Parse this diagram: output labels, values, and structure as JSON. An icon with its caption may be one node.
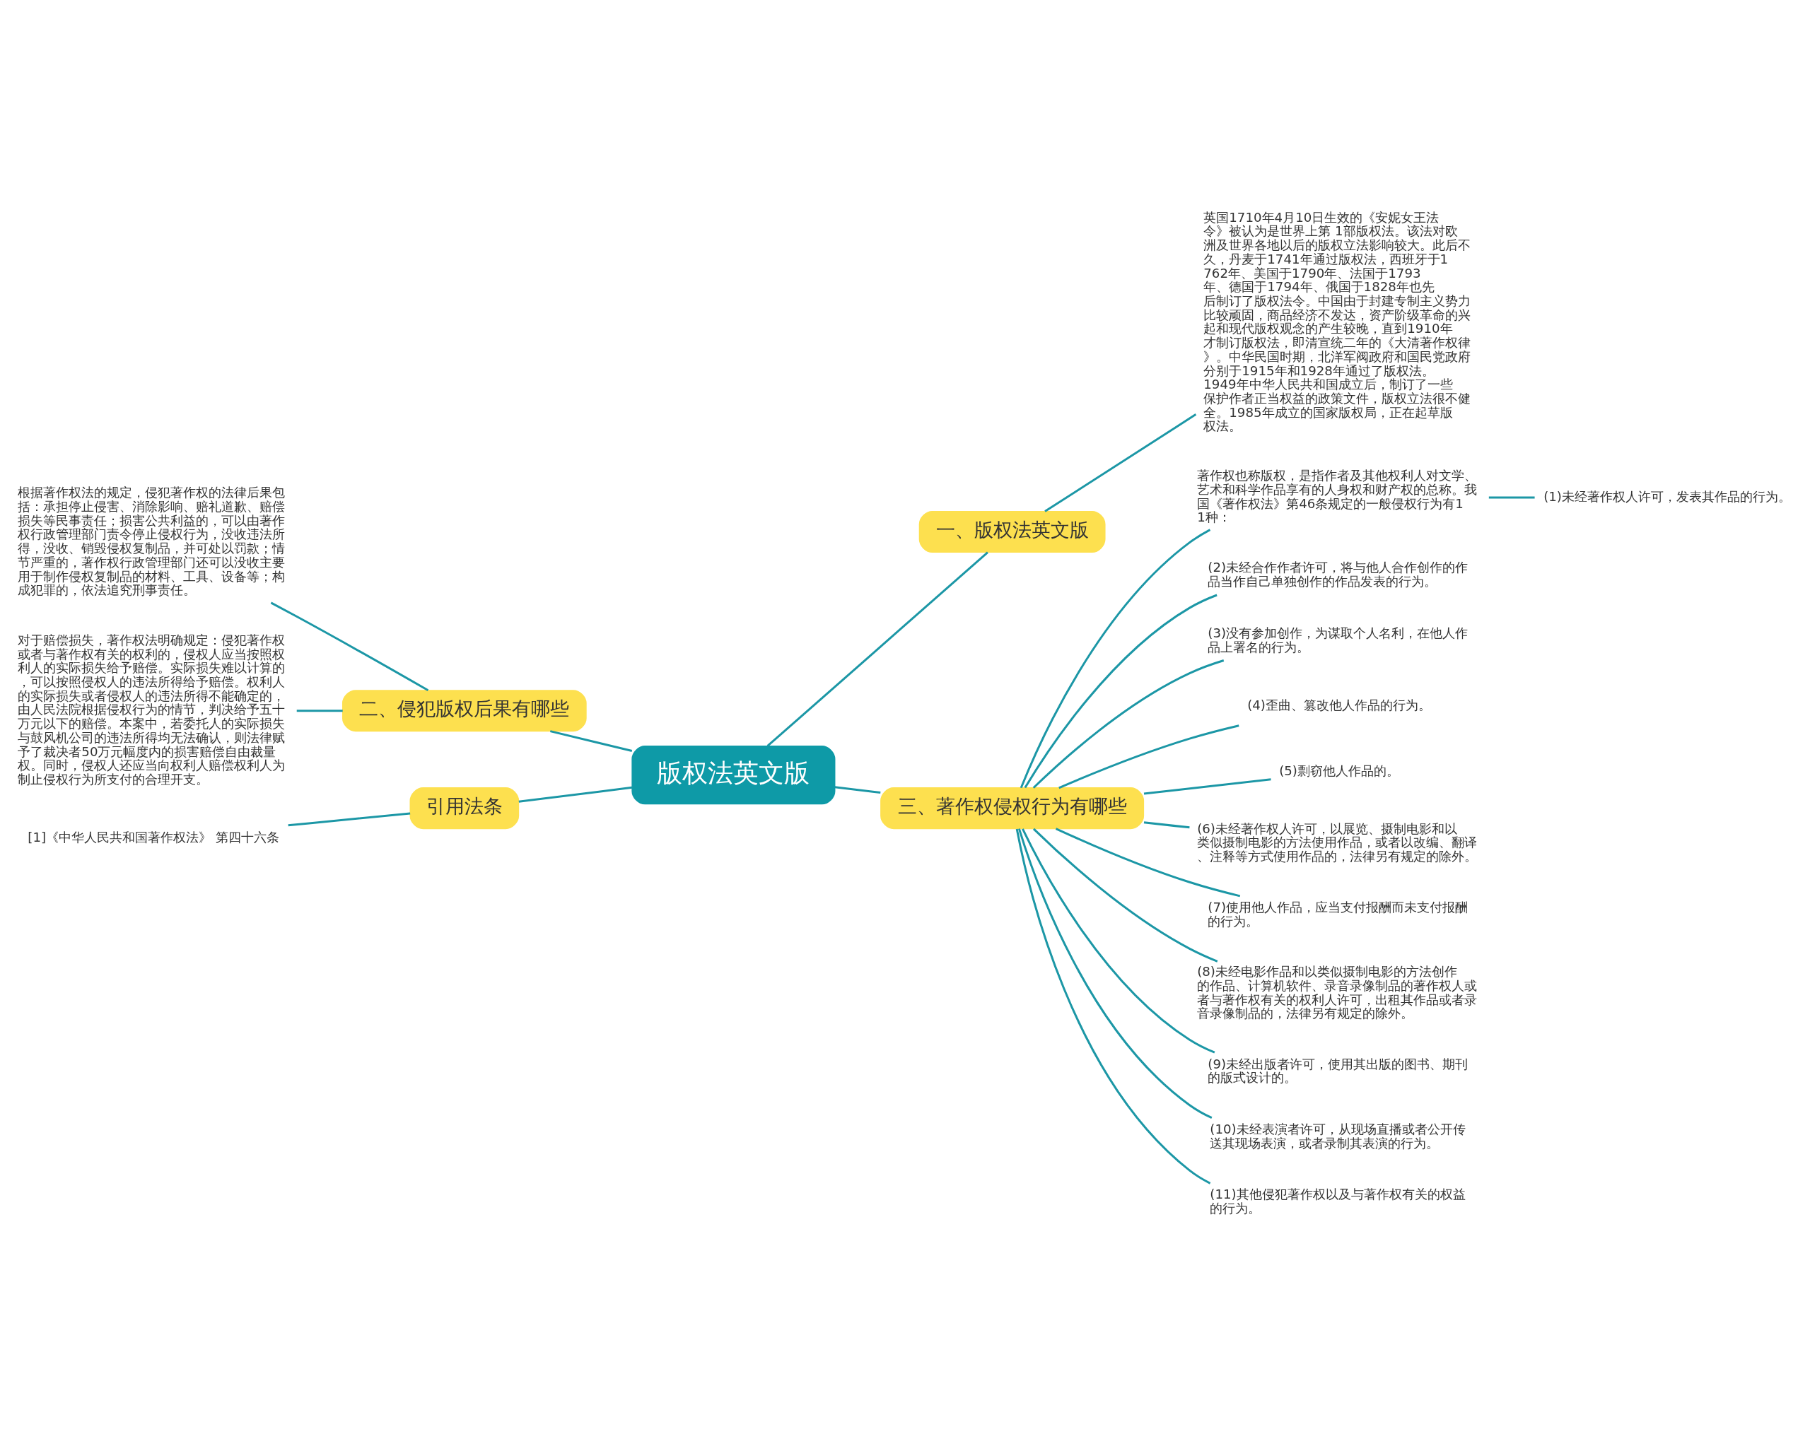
{
  "diagram": {
    "nodes": [
      {
        "text": [
          "版权法英文版"
        ]
      },
      {
        "text": [
          "一、版权法英文版"
        ]
      },
      {
        "text": [
          "英国1710年4月10日生效的《安妮女王法令》被认为是世界上第 1部版权法。该法对欧洲及世界各地以后的版权立法影响较大。此后不久，丹麦于1741年通过版权法，西班牙于1762年、美国于1790年、法国于1793年、德国于1794年、俄国于1828年也先后制订了版权法令。中国由于封建专制主义势力比较顽固，商品经济不发达，资产阶级革命的兴起和现代版权观念的产生较晚，直到1910年才制订版权法，即清宣统二年的《大清著作权律》。中华民国时期，北洋军阀政府和国民党政府分别于1915年和1928年通过了版权法。1949年中华人民共和国成立后，制订了一些保护作者正当权益的政策文件，版权立法很不健全。1985年成立的国家版权局，正在起草版权法。"
        ]
      },
      {
        "text": [
          "二、侵犯版权后果有哪些"
        ]
      },
      {
        "text": [
          "根据著作权法的规定，侵犯著作权的法律后果包括：承担停止侵害、消除影响、赔礼道歉、赔偿损失等民事责任；损害公共利益的，可以由著作权行政管理部门责令停止侵权行为，没收违法所得，没收、销毁侵权复制品，并可处以罚款；情节严重的，著作权行政管理部门还可以没收主要用于制作侵权复制品的材料、工具、设备等；构成犯罪的，依法追究刑事责任。"
        ]
      },
      {
        "text": [
          "对于赔偿损失，著作权法明确规定：侵犯著作权或者与著作权有关的权利的，侵权人应当按照权利人的实际损失给予赔偿。实际损失难以计算的，可以按照侵权人的违法所得给予赔偿。权利人的实际损失或者侵权人的违法所得不能确定的，由人民法院根据侵权行为的情节，判决给予五十万元以下的赔偿。本案中，若委托人的实际损失与鼓风机公司的违法所得均无法确认，则法律赋予了裁决者50万元幅度内的损害赔偿自由裁量权。同时，侵权人还应当向权利人赔偿权利人为制止侵权行为所支付的合理开支。"
        ]
      },
      {
        "text": [
          "引用法条"
        ]
      },
      {
        "text": [
          "[1]《中华人民共和国著作权法》 第四十六条"
        ]
      },
      {
        "text": [
          "三、著作权侵权行为有哪些"
        ]
      },
      {
        "text": [
          "著作权也称版权，是指作者及其他权利人对文学、艺术和科学作品享有的人身权和财产权的总称。我国《著作权法》第46条规定的一般侵权行为有11种："
        ]
      },
      {
        "text": [
          "(1)未经著作权人许可，发表其作品的行为。"
        ]
      },
      {
        "text": [
          "(2)未经合作作者许可，将与他人合作创作的作品当作自己单独创作的作品发表的行为。"
        ]
      },
      {
        "text": [
          "(3)没有参加创作，为谋取个人名利，在他人作品上署名的行为。"
        ]
      },
      {
        "text": [
          "(4)歪曲、篡改他人作品的行为。"
        ]
      },
      {
        "text": [
          "(5)剽窃他人作品的。"
        ]
      },
      {
        "text": [
          "(6)未经著作权人许可，以展览、摄制电影和以类似摄制电影的方法使用作品，或者以改编、翻译、注释等方式使用作品的，法律另有规定的除外。"
        ]
      },
      {
        "text": [
          "(7)使用他人作品，应当支付报酬而未支付报酬的行为。"
        ]
      },
      {
        "text": [
          "(8)未经电影作品和以类似摄制电影的方法创作的作品、计算机软件、录音录像制品的著作权人或者与著作权有关的权利人许可，出租其作品或者录音录像制品的，法律另有规定的除外。"
        ]
      },
      {
        "text": [
          "(9)未经出版者许可，使用其出版的图书、期刊的版式设计的。"
        ]
      },
      {
        "text": [
          "(10)未经表演者许可，从现场直播或者公开传送其现场表演，或者录制其表演的行为。"
        ]
      },
      {
        "text": [
          "(11)其他侵犯著作权以及与著作权有关的权益的行为。"
        ]
      }
    ],
    "edges": [
      {
        "from": 0,
        "to": 1,
        "arrow": "none"
      },
      {
        "from": 1,
        "to": 2,
        "arrow": "none"
      },
      {
        "from": 0,
        "to": 3,
        "arrow": "none"
      },
      {
        "from": 3,
        "to": 4,
        "arrow": "none"
      },
      {
        "from": 3,
        "to": 5,
        "arrow": "none"
      },
      {
        "from": 0,
        "to": 6,
        "arrow": "none"
      },
      {
        "from": 6,
        "to": 7,
        "arrow": "none"
      },
      {
        "from": 0,
        "to": 8,
        "arrow": "none"
      },
      {
        "from": 8,
        "to": 9,
        "arrow": "none"
      },
      {
        "from": 9,
        "to": 10,
        "arrow": "none"
      },
      {
        "from": 8,
        "to": 11,
        "arrow": "none"
      },
      {
        "from": 8,
        "to": 12,
        "arrow": "none"
      },
      {
        "from": 8,
        "to": 13,
        "arrow": "none"
      },
      {
        "from": 8,
        "to": 14,
        "arrow": "none"
      },
      {
        "from": 8,
        "to": 15,
        "arrow": "none"
      },
      {
        "from": 8,
        "to": 16,
        "arrow": "none"
      },
      {
        "from": 8,
        "to": 17,
        "arrow": "none"
      },
      {
        "from": 8,
        "to": 18,
        "arrow": "none"
      },
      {
        "from": 8,
        "to": 19,
        "arrow": "none"
      },
      {
        "from": 8,
        "to": 20,
        "arrow": "none"
      }
    ]
  }
}
